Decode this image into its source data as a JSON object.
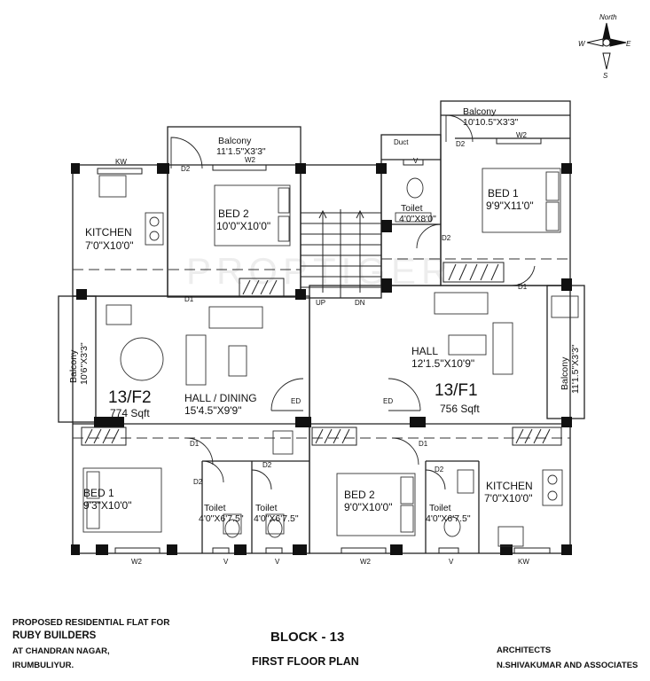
{
  "compass": {
    "north": "North",
    "south": "S",
    "east": "E",
    "west": "W"
  },
  "watermark": "PROPTIGER",
  "flat_f2": {
    "id": "13/F2",
    "area": "774 Sqft",
    "kitchen": {
      "name": "KITCHEN",
      "size": "7'0\"X10'0\""
    },
    "bed2": {
      "name": "BED 2",
      "size": "10'0\"X10'0\""
    },
    "balcony_top": {
      "name": "Balcony",
      "size": "11'1.5\"X3'3\""
    },
    "balcony_side": {
      "name": "Balcony",
      "size": "10'6\"X3'3\""
    },
    "hall": {
      "name": "HALL / DINING",
      "size": "15'4.5\"X9'9\""
    },
    "bed1": {
      "name": "BED 1",
      "size": "9'3\"X10'0\""
    },
    "toilet_a": {
      "name": "Toilet",
      "size": "4'0\"X6'7.5\""
    },
    "toilet_b": {
      "name": "Toilet",
      "size": "4'0\"X6'7.5\""
    }
  },
  "flat_f1": {
    "id": "13/F1",
    "area": "756 Sqft",
    "balcony_top": {
      "name": "Balcony",
      "size": "10'10.5\"X3'3\""
    },
    "duct": "Duct",
    "toilet_top": {
      "name": "Toilet",
      "size": "4'0\"X8'0\""
    },
    "bed1": {
      "name": "BED 1",
      "size": "9'9\"X11'0\""
    },
    "hall": {
      "name": "HALL",
      "size": "12'1.5\"X10'9\""
    },
    "balcony_side": {
      "name": "Balcony",
      "size": "11'1.5\"X3'3\""
    },
    "bed2": {
      "name": "BED 2",
      "size": "9'0\"X10'0\""
    },
    "toilet_bottom": {
      "name": "Toilet",
      "size": "4'0\"X6'7.5\""
    },
    "kitchen": {
      "name": "KITCHEN",
      "size": "7'0\"X10'0\""
    }
  },
  "stair": {
    "up": "UP",
    "dn": "DN"
  },
  "tags": {
    "kw": "KW",
    "w2": "W2",
    "d1": "D1",
    "d2": "D2",
    "ed": "ED",
    "v": "V"
  },
  "footer": {
    "proposed": "PROPOSED RESIDENTIAL FLAT FOR",
    "builder": "RUBY BUILDERS",
    "address1": "AT CHANDRAN NAGAR,",
    "address2": "IRUMBULIYUR.",
    "block": "BLOCK - 13",
    "floor": "FIRST FLOOR PLAN",
    "architects": "ARCHITECTS",
    "firm": "N.SHIVAKUMAR AND ASSOCIATES"
  }
}
